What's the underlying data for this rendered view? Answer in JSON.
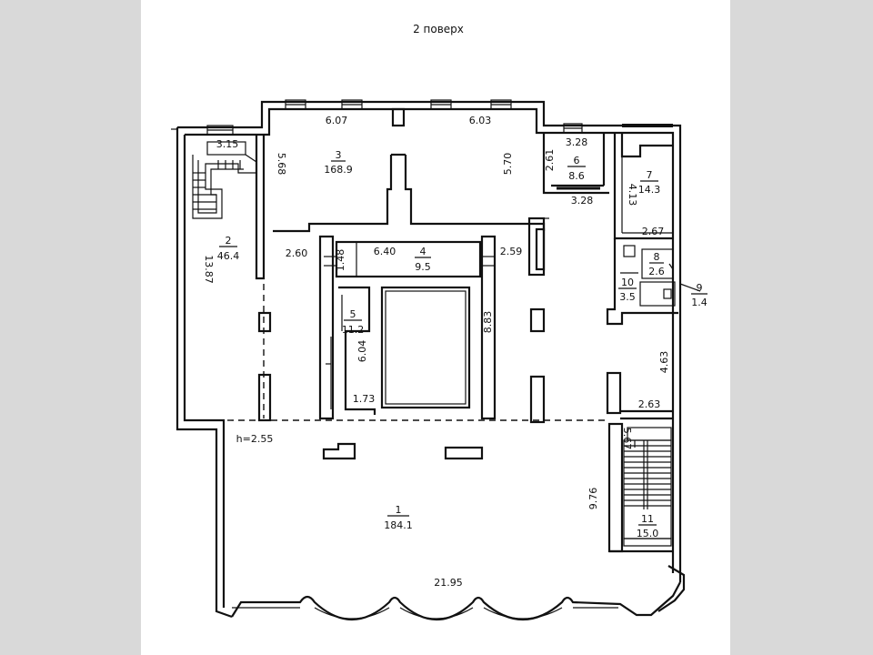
{
  "title": "2 поверх",
  "height_note": "h=2.55",
  "rooms": [
    {
      "id": "room-1",
      "number": "1",
      "area": "184.1"
    },
    {
      "id": "room-2",
      "number": "2",
      "area": "46.4"
    },
    {
      "id": "room-3",
      "number": "3",
      "area": "168.9"
    },
    {
      "id": "room-4",
      "number": "4",
      "area": "9.5"
    },
    {
      "id": "room-5",
      "number": "5",
      "area": "11.2"
    },
    {
      "id": "room-6",
      "number": "6",
      "area": "8.6"
    },
    {
      "id": "room-7",
      "number": "7",
      "area": "14.3"
    },
    {
      "id": "room-8",
      "number": "8",
      "area": "2.6"
    },
    {
      "id": "room-9",
      "number": "9",
      "area": "1.4"
    },
    {
      "id": "room-10",
      "number": "10",
      "area": "3.5"
    },
    {
      "id": "room-11",
      "number": "11",
      "area": "15.0"
    }
  ],
  "dimensions": {
    "d_6_07": "6.07",
    "d_6_03": "6.03",
    "d_3_15": "3.15",
    "d_5_68": "5.68",
    "d_5_70": "5.70",
    "d_2_61": "2.61",
    "d_3_28_top": "3.28",
    "d_3_28_bottom": "3.28",
    "d_4_13": "4.13",
    "d_2_67": "2.67",
    "d_13_87": "13.87",
    "d_2_60": "2.60",
    "d_6_40": "6.40",
    "d_1_48": "1.48",
    "d_2_59": "2.59",
    "d_8_83": "8.83",
    "d_6_04": "6.04",
    "d_1_73": "1.73",
    "d_4_63": "4.63",
    "d_2_63": "2.63",
    "d_5_67": "5.67",
    "d_9_76": "9.76",
    "d_21_95": "21.95"
  }
}
